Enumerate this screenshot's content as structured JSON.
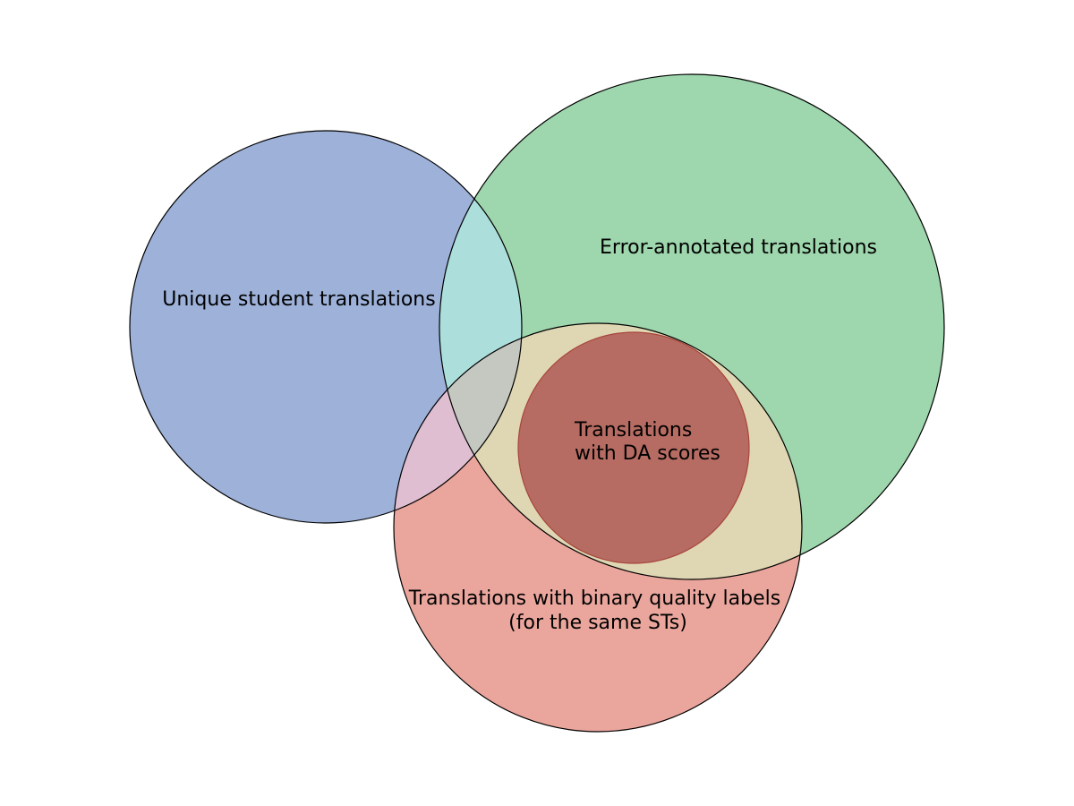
{
  "diagram": {
    "type": "venn",
    "sets": [
      {
        "id": "unique",
        "label_lines": [
          "Unique student translations"
        ]
      },
      {
        "id": "error",
        "label_lines": [
          "Error-annotated translations"
        ]
      },
      {
        "id": "binary",
        "label_lines": [
          "Translations with binary quality labels",
          "(for the same STs)"
        ]
      },
      {
        "id": "da",
        "label_lines": [
          "Translations",
          "with DA scores"
        ]
      }
    ],
    "colors": {
      "unique": "#9db1d9",
      "error": "#9ed6ad",
      "binary": "#eaa69d",
      "unique_error": "#acdfdc",
      "unique_binary": "#dfbed2",
      "error_binary": "#dfd7b3",
      "unique_error_binary": "#c5c7c1",
      "da": "#b66c62",
      "da_stroke": "#a8463e",
      "outline": "#000000"
    }
  }
}
